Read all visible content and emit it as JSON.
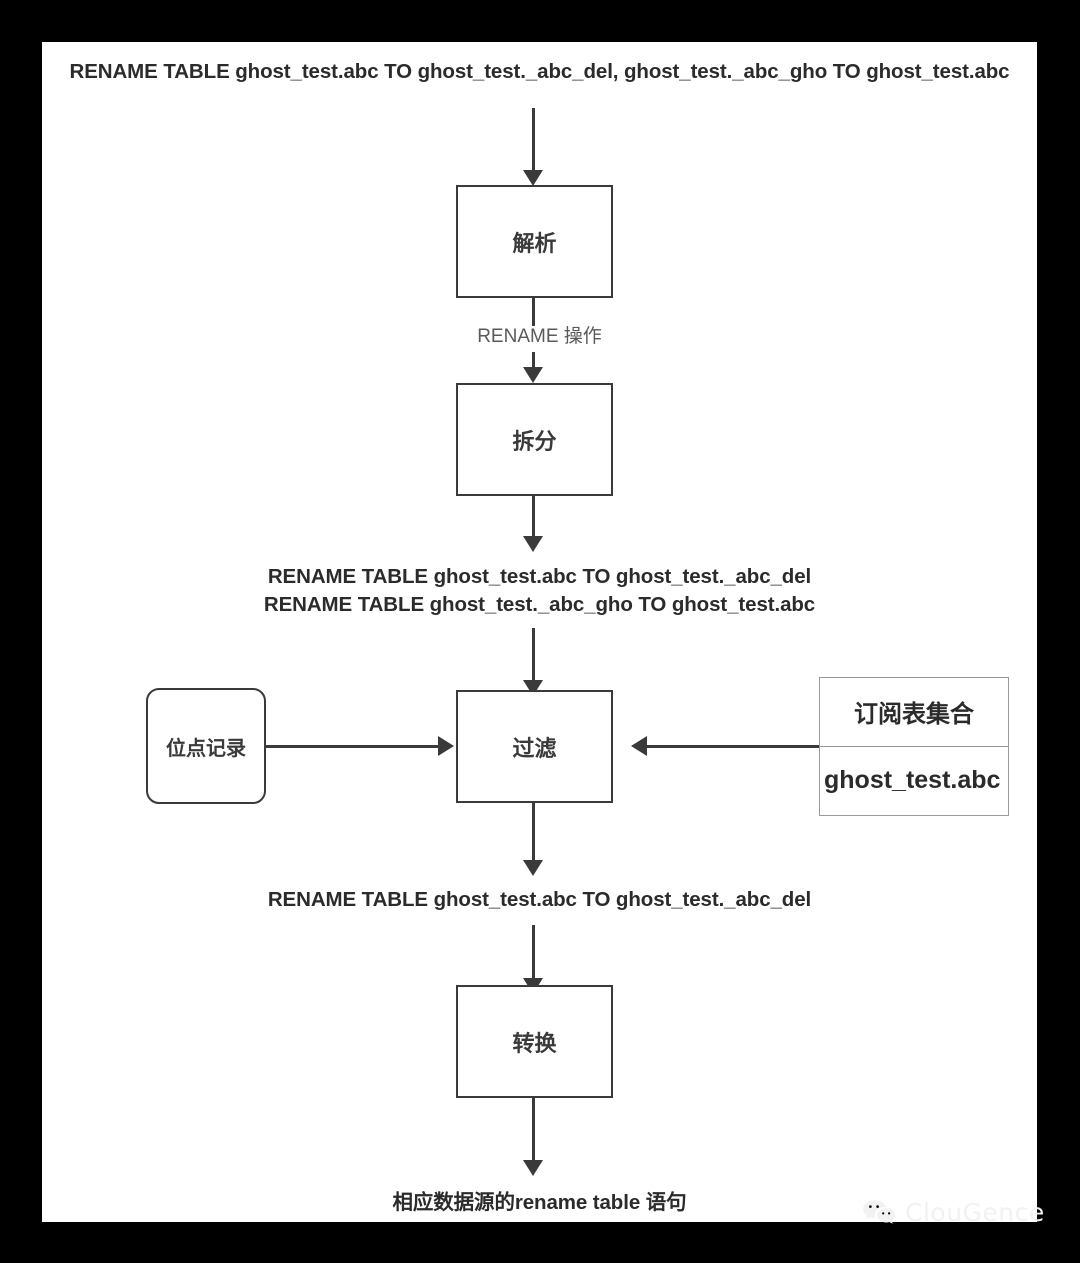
{
  "diagram": {
    "title_statement": "RENAME TABLE ghost_test.abc TO ghost_test._abc_del, ghost_test._abc_gho TO ghost_test.abc",
    "edge_label_rename": "RENAME 操作",
    "split_output_line1": "RENAME TABLE ghost_test.abc TO ghost_test._abc_del",
    "split_output_line2": "RENAME TABLE ghost_test._abc_gho TO ghost_test.abc",
    "filter_output": "RENAME TABLE ghost_test.abc TO ghost_test._abc_del",
    "final_output": "相应数据源的rename table 语句",
    "nodes": {
      "parse": "解析",
      "split": "拆分",
      "filter": "过滤",
      "position_record": "位点记录",
      "transform": "转换"
    },
    "table": {
      "header": "订阅表集合",
      "rows": [
        "ghost_test.abc"
      ]
    }
  },
  "watermark": {
    "brand": "ClouGence",
    "icon": "wechat-icon"
  },
  "colors": {
    "background": "#000000",
    "canvas": "#ffffff",
    "stroke": "#3a3a3a",
    "text": "#2b2b2b",
    "muted_text": "#5a5a5a",
    "table_border": "#9a9a9a"
  }
}
